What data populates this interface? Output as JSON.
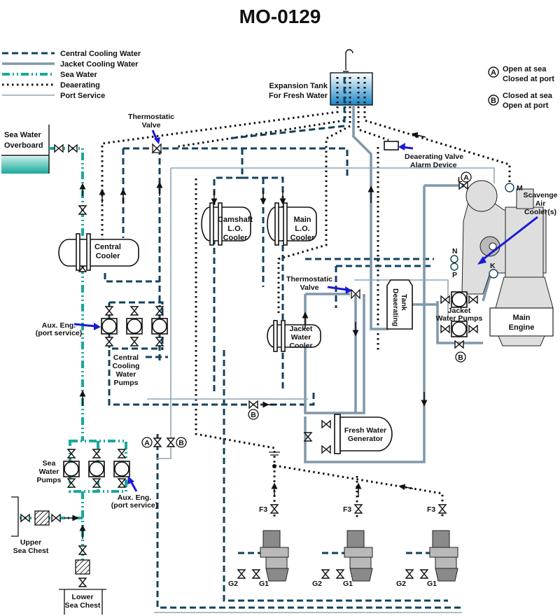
{
  "title": "MO-0129",
  "legend": [
    {
      "key": "central_cooling",
      "label": "Central Cooling Water",
      "color": "#13425c"
    },
    {
      "key": "jacket_cooling",
      "label": "Jacket Cooling Water",
      "color": "#7f97aa"
    },
    {
      "key": "sea_water",
      "label": "Sea Water",
      "color": "#1aa89a"
    },
    {
      "key": "deaerating",
      "label": "Deaerating",
      "color": "#111111"
    },
    {
      "key": "port_service",
      "label": "Port Service",
      "color": "#8ea6b6"
    }
  ],
  "valve_key": {
    "a": {
      "symbol": "A",
      "line1": "Open at sea",
      "line2": "Closed at port"
    },
    "b": {
      "symbol": "B",
      "line1": "Closed at sea",
      "line2": "Open at port"
    }
  },
  "components": {
    "expansion_tank": {
      "line1": "Expansion Tank",
      "line2": "For Fresh Water"
    },
    "sea_water_overboard": {
      "line1": "Sea Water",
      "line2": "Overboard"
    },
    "thermostatic_valve_1": {
      "line1": "Thermostatic",
      "line2": "Valve"
    },
    "thermostatic_valve_2": {
      "line1": "Thermostatic",
      "line2": "Valve"
    },
    "central_cooler": {
      "line1": "Central",
      "line2": "Cooler"
    },
    "camshaft_cooler": {
      "line1": "Camshaft",
      "line2": "L.O.",
      "line3": "Cooler"
    },
    "main_lo_cooler": {
      "line1": "Main",
      "line2": "L.O.",
      "line3": "Cooler"
    },
    "deaerating_alarm": {
      "line1": "Deaerating Valve",
      "line2": "Alarm Device"
    },
    "scavenge_air": {
      "line1": "Scavenge",
      "line2": "Air",
      "line3": "Cooler(s)"
    },
    "aux_eng_port_1": {
      "line1": "Aux. Eng.",
      "line2": "(port service)"
    },
    "aux_eng_port_2": {
      "line1": "Aux. Eng.",
      "line2": "(port service)"
    },
    "central_cooling_pumps": {
      "line1": "Central",
      "line2": "Cooling",
      "line3": "Water",
      "line4": "Pumps"
    },
    "jacket_water_cooler": {
      "line1": "Jacket",
      "line2": "Water",
      "line3": "Cooler"
    },
    "deaerating_tank": {
      "line1": "Deaerating",
      "line2": "Tank"
    },
    "jacket_water_pumps": {
      "line1": "Jacket",
      "line2": "Water Pumps"
    },
    "main_engine": {
      "line1": "Main",
      "line2": "Engine"
    },
    "fresh_water_generator": {
      "line1": "Fresh Water",
      "line2": "Generator"
    },
    "sea_water_pumps": {
      "line1": "Sea",
      "line2": "Water",
      "line3": "Pumps"
    },
    "upper_sea_chest": {
      "line1": "Upper",
      "line2": "Sea Chest"
    },
    "lower_sea_chest": {
      "line1": "Lower",
      "line2": "Sea Chest"
    }
  },
  "connection_labels": {
    "L": "L",
    "M": "M",
    "N": "N",
    "P": "P",
    "K": "K",
    "valve_a": "A",
    "valve_b": "B"
  },
  "aux_engines": [
    {
      "f3": "F3",
      "g1": "G1",
      "g2": "G2"
    },
    {
      "f3": "F3",
      "g1": "G1",
      "g2": "G2"
    },
    {
      "f3": "F3",
      "g1": "G1",
      "g2": "G2"
    }
  ]
}
